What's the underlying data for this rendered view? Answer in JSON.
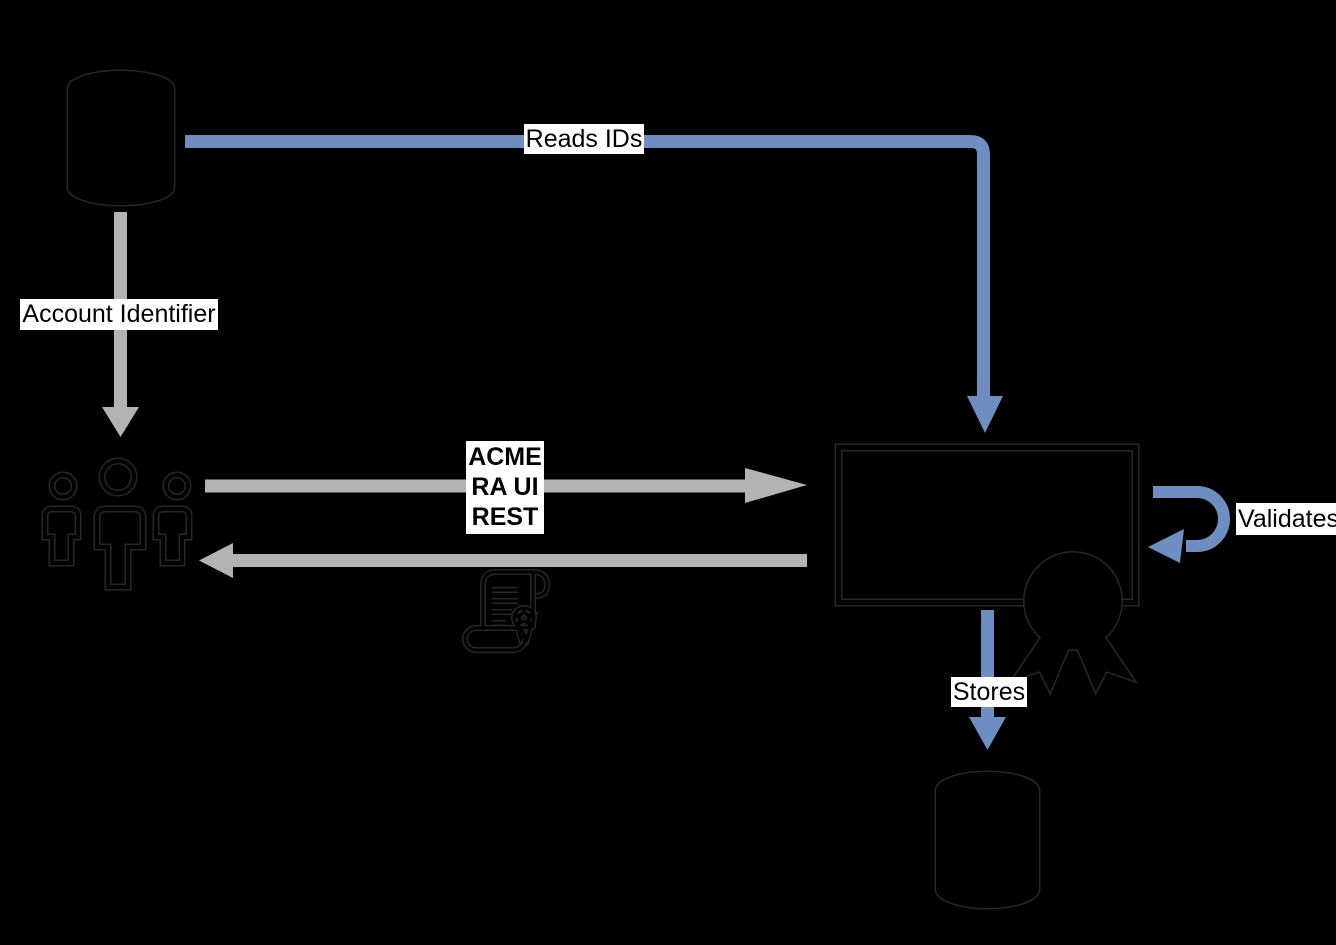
{
  "diagram": {
    "colors": {
      "background": "#000000",
      "blue_arrow": "#6e8ec1",
      "gray_arrow": "#b3b3b3",
      "label_background": "#ffffff",
      "label_text": "#000000",
      "shape_stroke": "#000000",
      "shape_halo": "#26262c"
    },
    "icons": {
      "source_database": "database-cylinder-icon",
      "users": "users-group-icon",
      "certificate": "certificate-scroll-icon",
      "award": "award-ribbon-icon",
      "target_database": "database-cylinder-icon",
      "service": "process-box"
    },
    "edges": {
      "reads_ids": {
        "label": "Reads IDs",
        "color": "blue",
        "from": "source-database",
        "to": "service-box"
      },
      "account_identifier": {
        "label": "Account Identifier",
        "color": "gray",
        "from": "source-database",
        "to": "users"
      },
      "request": {
        "label_lines": [
          "ACME",
          "RA UI",
          "REST"
        ],
        "color": "gray",
        "from": "users",
        "to": "service-box"
      },
      "response": {
        "color": "gray",
        "from": "service-box",
        "to": "users"
      },
      "validates": {
        "label": "Validates",
        "color": "blue",
        "from": "service-box",
        "to": "service-box"
      },
      "stores": {
        "label": "Stores",
        "color": "blue",
        "from": "service-box",
        "to": "target-database"
      }
    }
  }
}
